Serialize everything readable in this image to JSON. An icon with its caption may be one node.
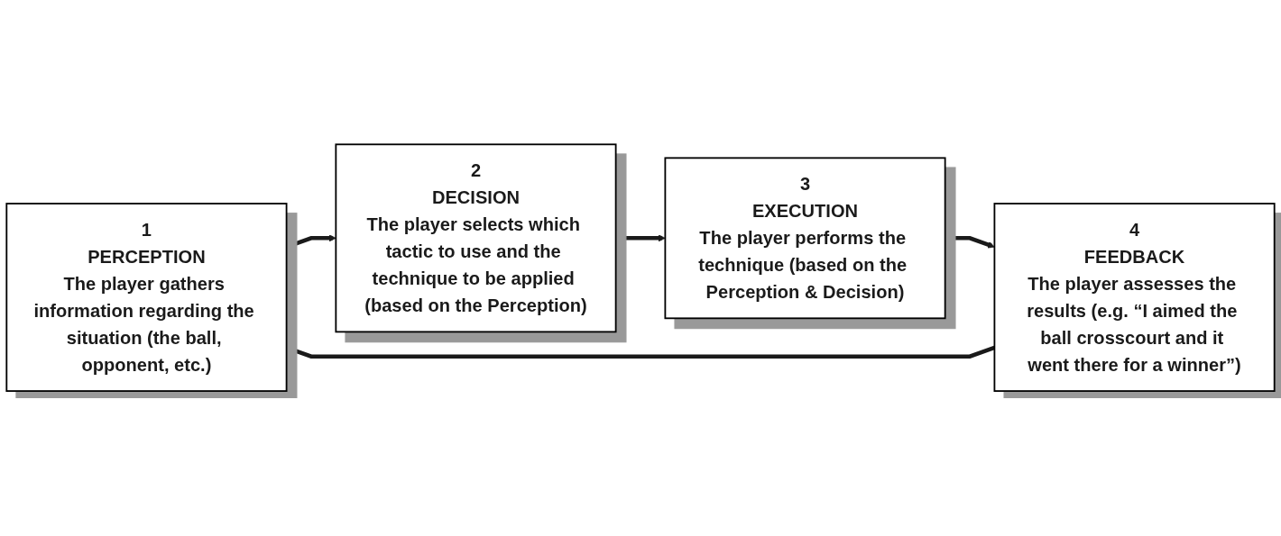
{
  "diagram": {
    "nodes": [
      {
        "text": [
          "1",
          "PERCEPTION",
          "The player gathers information regarding the situation (the ball, opponent, etc.)"
        ]
      },
      {
        "text": [
          "2",
          "DECISION",
          "The player selects which tactic to use and the technique to be applied (based on the Perception)"
        ]
      },
      {
        "text": [
          "3",
          "EXECUTION",
          "The player performs the technique (based on the Perception & Decision)"
        ]
      },
      {
        "text": [
          "4",
          "FEEDBACK",
          "The player assesses the results (e.g. “I aimed the ball crosscourt and it went there for a winner”)"
        ]
      }
    ],
    "edges": [
      {
        "from": 0,
        "to": 1,
        "arrow": "to"
      },
      {
        "from": 1,
        "to": 2,
        "arrow": "to"
      },
      {
        "from": 2,
        "to": 3,
        "arrow": "to"
      },
      {
        "from": 3,
        "to": 0,
        "arrow": "to"
      }
    ]
  }
}
